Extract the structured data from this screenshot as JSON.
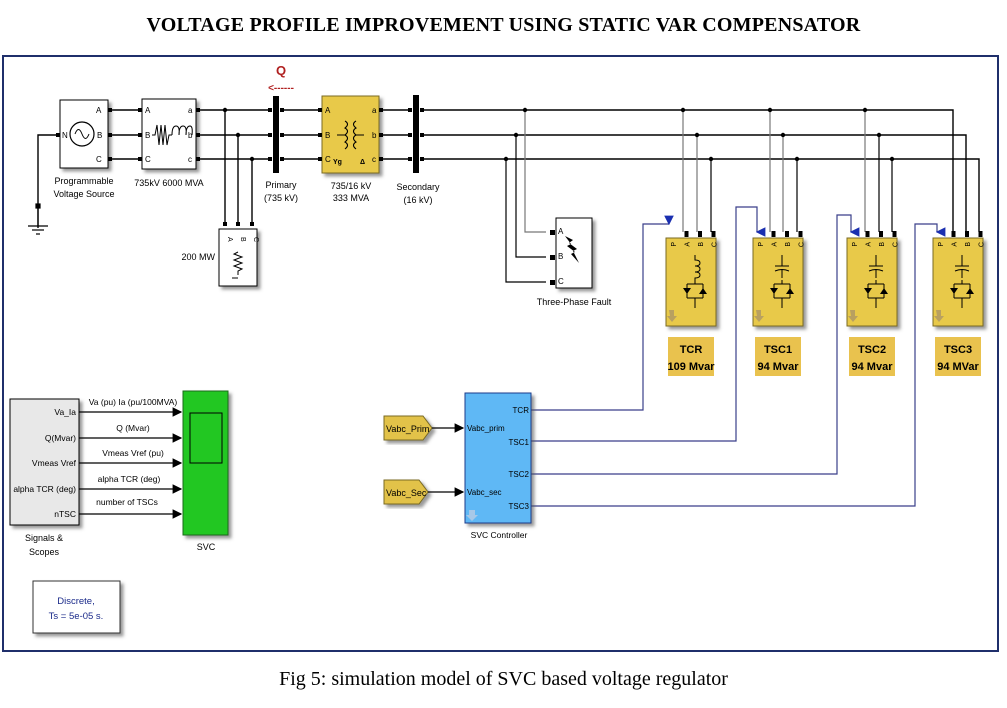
{
  "page": {
    "title": "VOLTAGE PROFILE IMPROVEMENT USING STATIC VAR COMPENSATOR",
    "caption": "Fig 5: simulation model of SVC based voltage regulator"
  },
  "colors": {
    "frame": "#1f2f6b",
    "yellow_block": "#e8c94a",
    "yellow_label": "#e9c24e",
    "svc_scope": "#22c722",
    "controller": "#5fb8f5",
    "control_wire": "#3a3f8a",
    "q_label": "#b02020"
  },
  "blocks": {
    "source": {
      "label_line1": "Programmable",
      "label_line2": "Voltage Source",
      "ports_out": [
        "A",
        "B",
        "C"
      ],
      "port_in": "N"
    },
    "line_impedance": {
      "label": "735kV 6000 MVA",
      "ports_in": [
        "A",
        "B",
        "C"
      ],
      "ports_out": [
        "a",
        "b",
        "c"
      ]
    },
    "load": {
      "label": "200 MW",
      "ports": [
        "A",
        "B",
        "C"
      ]
    },
    "primary_bus": {
      "label_line1": "Primary",
      "label_line2": "(735 kV)",
      "measure_label": "Q",
      "measure_arrow": "<------"
    },
    "transformer": {
      "label_line1": "735/16 kV",
      "label_line2": "333 MVA",
      "ports_in": [
        "A",
        "B",
        "C"
      ],
      "ports_out": [
        "a",
        "b",
        "c"
      ],
      "winding_in": "Yg",
      "winding_out": "Δ"
    },
    "secondary_bus": {
      "label_line1": "Secondary",
      "label_line2": "(16 kV)"
    },
    "fault": {
      "label": "Three-Phase Fault",
      "ports": [
        "A",
        "B",
        "C"
      ]
    },
    "branches": [
      {
        "id": "tcr",
        "name": "TCR",
        "rating": "109 Mvar",
        "ports": [
          "P",
          "A",
          "B",
          "C"
        ],
        "type": "reactor"
      },
      {
        "id": "tsc1",
        "name": "TSC1",
        "rating": "94 Mvar",
        "ports": [
          "P",
          "A",
          "B",
          "C"
        ],
        "type": "capacitor"
      },
      {
        "id": "tsc2",
        "name": "TSC2",
        "rating": "94 Mvar",
        "ports": [
          "P",
          "A",
          "B",
          "C"
        ],
        "type": "capacitor"
      },
      {
        "id": "tsc3",
        "name": "TSC3",
        "rating": "94 MVar",
        "ports": [
          "P",
          "A",
          "B",
          "C"
        ],
        "type": "capacitor"
      }
    ],
    "signals": {
      "label_line1": "Signals &",
      "label_line2": "Scopes",
      "outputs": [
        "Va_Ia",
        "Q(Mvar)",
        "Vmeas Vref",
        "alpha TCR (deg)",
        "nTSC"
      ],
      "wire_labels": [
        "Va (pu) Ia (pu/100MVA)",
        "Q (Mvar)",
        "Vmeas Vref (pu)",
        "alpha TCR (deg)",
        "number of TSCs"
      ]
    },
    "svc_scope": {
      "label": "SVC"
    },
    "controller": {
      "label": "SVC Controller",
      "inputs": [
        "Vabc_prim",
        "Vabc_sec"
      ],
      "outputs": [
        "TCR",
        "TSC1",
        "TSC2",
        "TSC3"
      ]
    },
    "goto_tags": [
      "Vabc_Prim",
      "Vabc_Sec"
    ],
    "powergui": {
      "line1": "Discrete,",
      "line2": "Ts = 5e-05 s."
    }
  }
}
